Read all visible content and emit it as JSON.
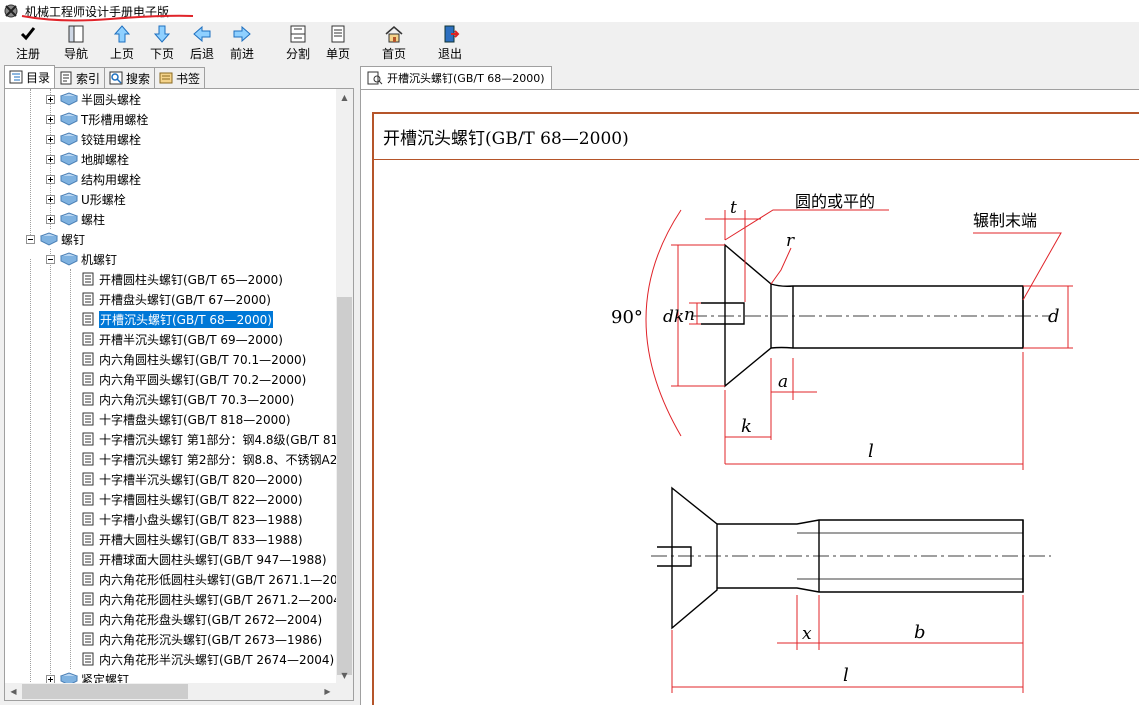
{
  "window": {
    "title": "机械工程师设计手册电子版"
  },
  "toolbar": {
    "register": "注册",
    "navigate": "导航",
    "prev_page": "上页",
    "next_page": "下页",
    "back": "后退",
    "forward": "前进",
    "split": "分割",
    "single_page": "单页",
    "home": "首页",
    "exit": "退出"
  },
  "left_tabs": {
    "contents": "目录",
    "index": "索引",
    "search": "搜索",
    "bookmarks": "书签"
  },
  "tree": {
    "items": [
      "半圆头螺栓",
      "T形槽用螺栓",
      "铰链用螺栓",
      "地脚螺栓",
      "结构用螺栓",
      "U形螺栓",
      "螺柱",
      "螺钉",
      "机螺钉",
      "开槽圆柱头螺钉(GB/T 65—2000)",
      "开槽盘头螺钉(GB/T 67—2000)",
      "开槽沉头螺钉(GB/T 68—2000)",
      "开槽半沉头螺钉(GB/T 69—2000)",
      "内六角圆柱头螺钉(GB/T 70.1—2000)",
      "内六角平圆头螺钉(GB/T 70.2—2000)",
      "内六角沉头螺钉(GB/T 70.3—2000)",
      "十字槽盘头螺钉(GB/T 818—2000)",
      "十字槽沉头螺钉 第1部分：钢4.8级(GB/T 81",
      "十字槽沉头螺钉 第2部分：钢8.8、不锈钢A2",
      "十字槽半沉头螺钉(GB/T 820—2000)",
      "十字槽圆柱头螺钉(GB/T 822—2000)",
      "十字槽小盘头螺钉(GB/T 823—1988)",
      "开槽大圆柱头螺钉(GB/T 833—1988)",
      "开槽球面大圆柱头螺钉(GB/T 947—1988)",
      "内六角花形低圆柱头螺钉(GB/T 2671.1—20",
      "内六角花形圆柱头螺钉(GB/T 2671.2—2004",
      "内六角花形盘头螺钉(GB/T 2672—2004)",
      "内六角花形沉头螺钉(GB/T 2673—1986)",
      "内六角花形半沉头螺钉(GB/T 2674—2004)",
      "紧定螺钉"
    ],
    "selected": "开槽沉头螺钉(GB/T 68—2000)"
  },
  "content_tab": {
    "label": "开槽沉头螺钉(GB/T 68—2000)"
  },
  "document": {
    "title": "开槽沉头螺钉(GB/T 68—2000)",
    "drawing_labels": {
      "t": "t",
      "round_or_flat": "圆的或平的",
      "rolled_end": "辗制末端",
      "r": "r",
      "angle": "90°",
      "dk": "dk",
      "n": "n",
      "d": "d",
      "a": "a",
      "k": "k",
      "l": "l",
      "x": "x",
      "b": "b",
      "l2": "l"
    }
  },
  "colors": {
    "accent_frame": "#b5552a",
    "selection": "#0078d7",
    "annotation_red": "#e0242a"
  }
}
